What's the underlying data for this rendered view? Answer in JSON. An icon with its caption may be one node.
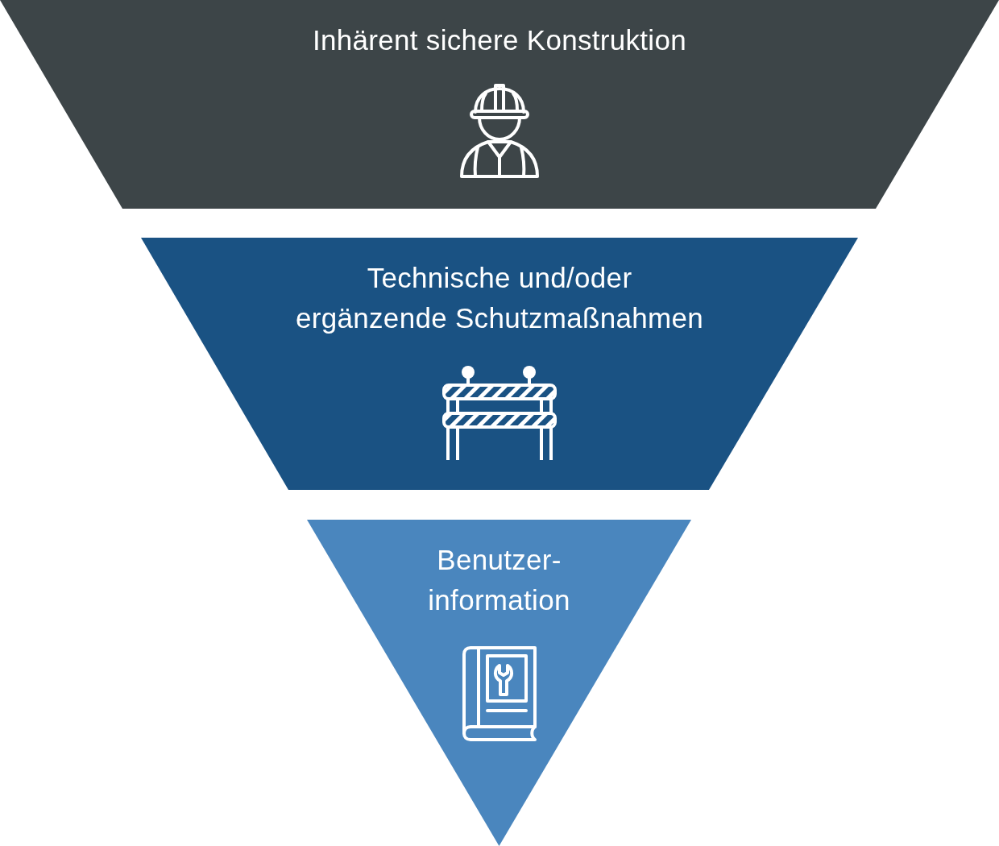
{
  "diagram": {
    "nodes": [
      {
        "text": [
          "Inhärent sichere Konstruktion"
        ]
      },
      {
        "text": [
          "Technische und/oder ergänzende Schutzmaßnahmen"
        ]
      },
      {
        "text": [
          "Benutzer- information"
        ]
      }
    ]
  }
}
